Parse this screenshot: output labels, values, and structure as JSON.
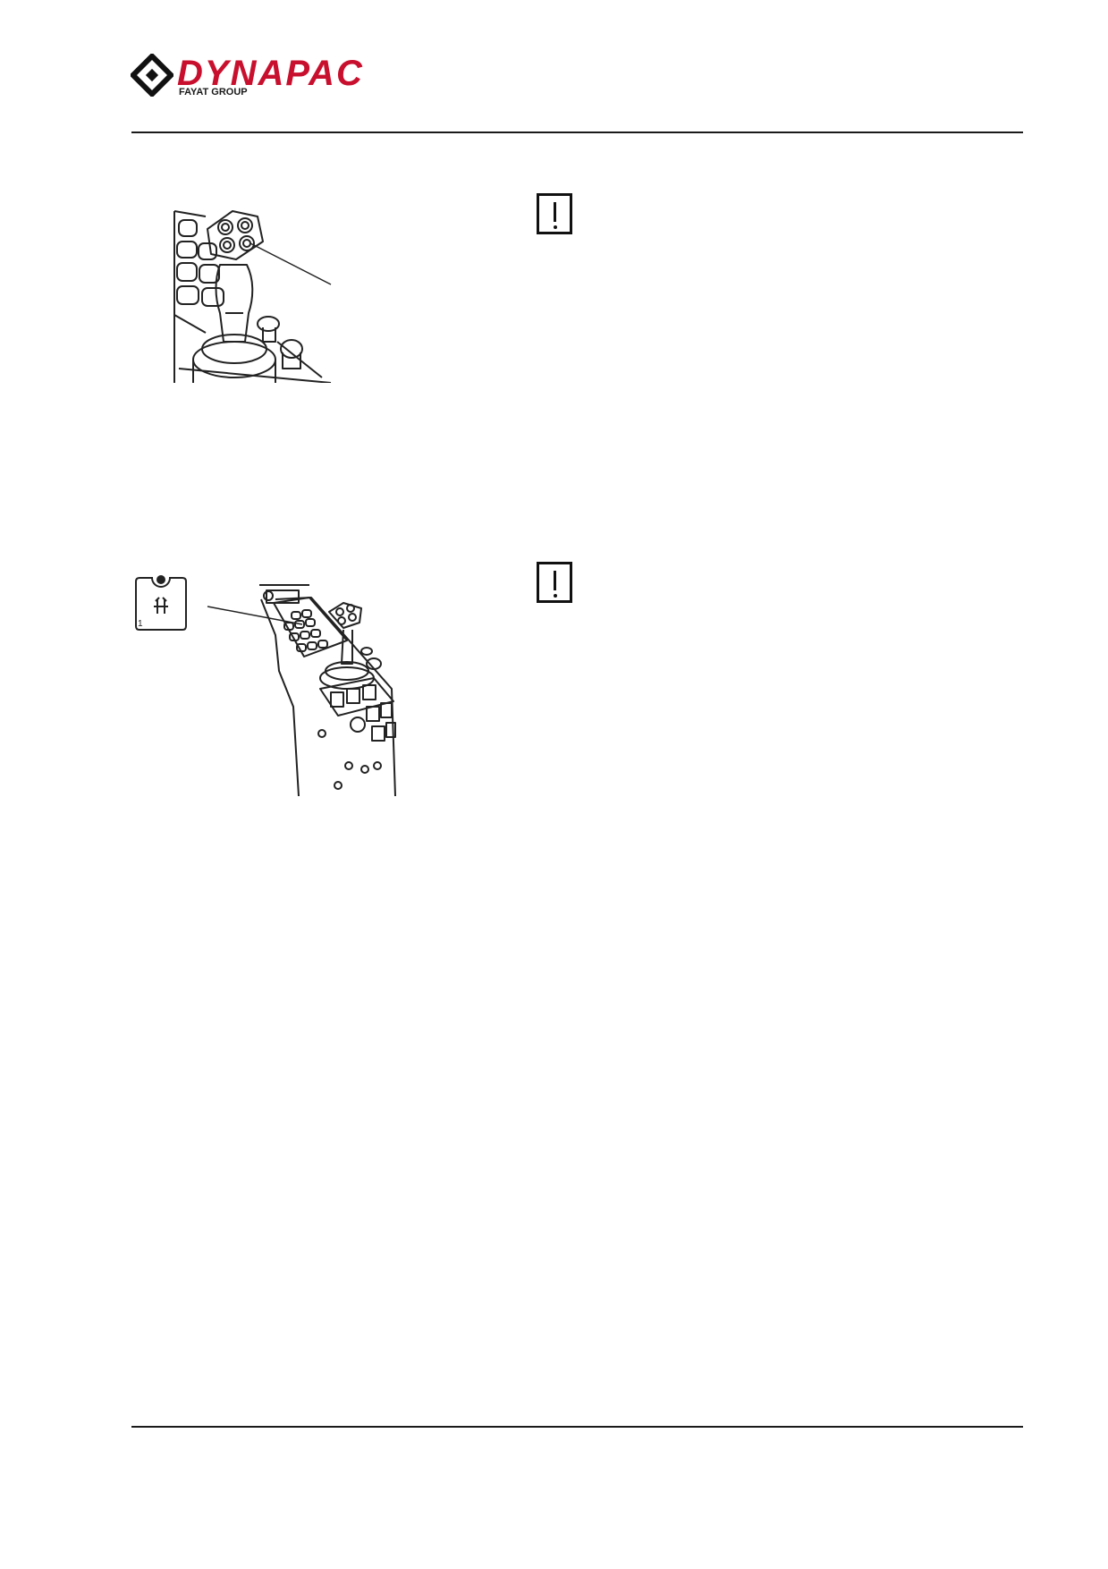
{
  "header": {
    "logo": {
      "brand": "DYNAPAC",
      "group": "FAYAT GROUP",
      "brand_color": "#c8102e",
      "mark_color": "#111111"
    }
  },
  "figures": [
    {
      "id": "joystick-closeup",
      "icon": "joystick-control-illustration"
    },
    {
      "id": "control-panel-overview",
      "icon": "operator-control-panel-illustration",
      "inset_icon": "button-symbol-icon",
      "inset_label": "1"
    }
  ],
  "notices": [
    {
      "icon": "warning-icon"
    },
    {
      "icon": "warning-icon"
    }
  ]
}
